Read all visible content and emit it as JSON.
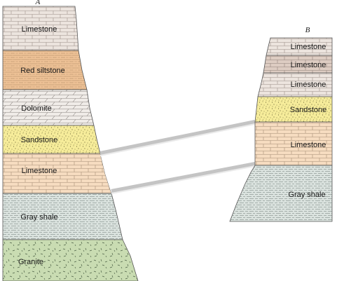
{
  "columns": {
    "a": {
      "letter": "A",
      "layers": [
        {
          "name": "Limestone",
          "pattern": "limestone-gray"
        },
        {
          "name": "Red siltstone",
          "pattern": "siltstone"
        },
        {
          "name": "Dolomite",
          "pattern": "dolomite"
        },
        {
          "name": "Sandstone",
          "pattern": "sandstone"
        },
        {
          "name": "Limestone",
          "pattern": "limestone-tan"
        },
        {
          "name": "Gray shale",
          "pattern": "shale"
        },
        {
          "name": "Granite",
          "pattern": "granite"
        }
      ]
    },
    "b": {
      "letter": "B",
      "layers": [
        {
          "name": "Limestone",
          "pattern": "limestone-gray"
        },
        {
          "name": "Limestone",
          "pattern": "limestone-dark"
        },
        {
          "name": "Limestone",
          "pattern": "limestone-gray"
        },
        {
          "name": "Sandstone",
          "pattern": "sandstone"
        },
        {
          "name": "Limestone",
          "pattern": "limestone-tan"
        },
        {
          "name": "Gray shale",
          "pattern": "shale"
        }
      ]
    }
  },
  "colors": {
    "limestone_gray": "#ece4de",
    "limestone_dark": "#ddccc2",
    "limestone_tan": "#f6dcc0",
    "siltstone": "#f0c498",
    "dolomite": "#f0ece8",
    "sandstone": "#f6ec9a",
    "shale": "#dbe3df",
    "granite": "#c9dcb2",
    "outline": "#555555"
  }
}
